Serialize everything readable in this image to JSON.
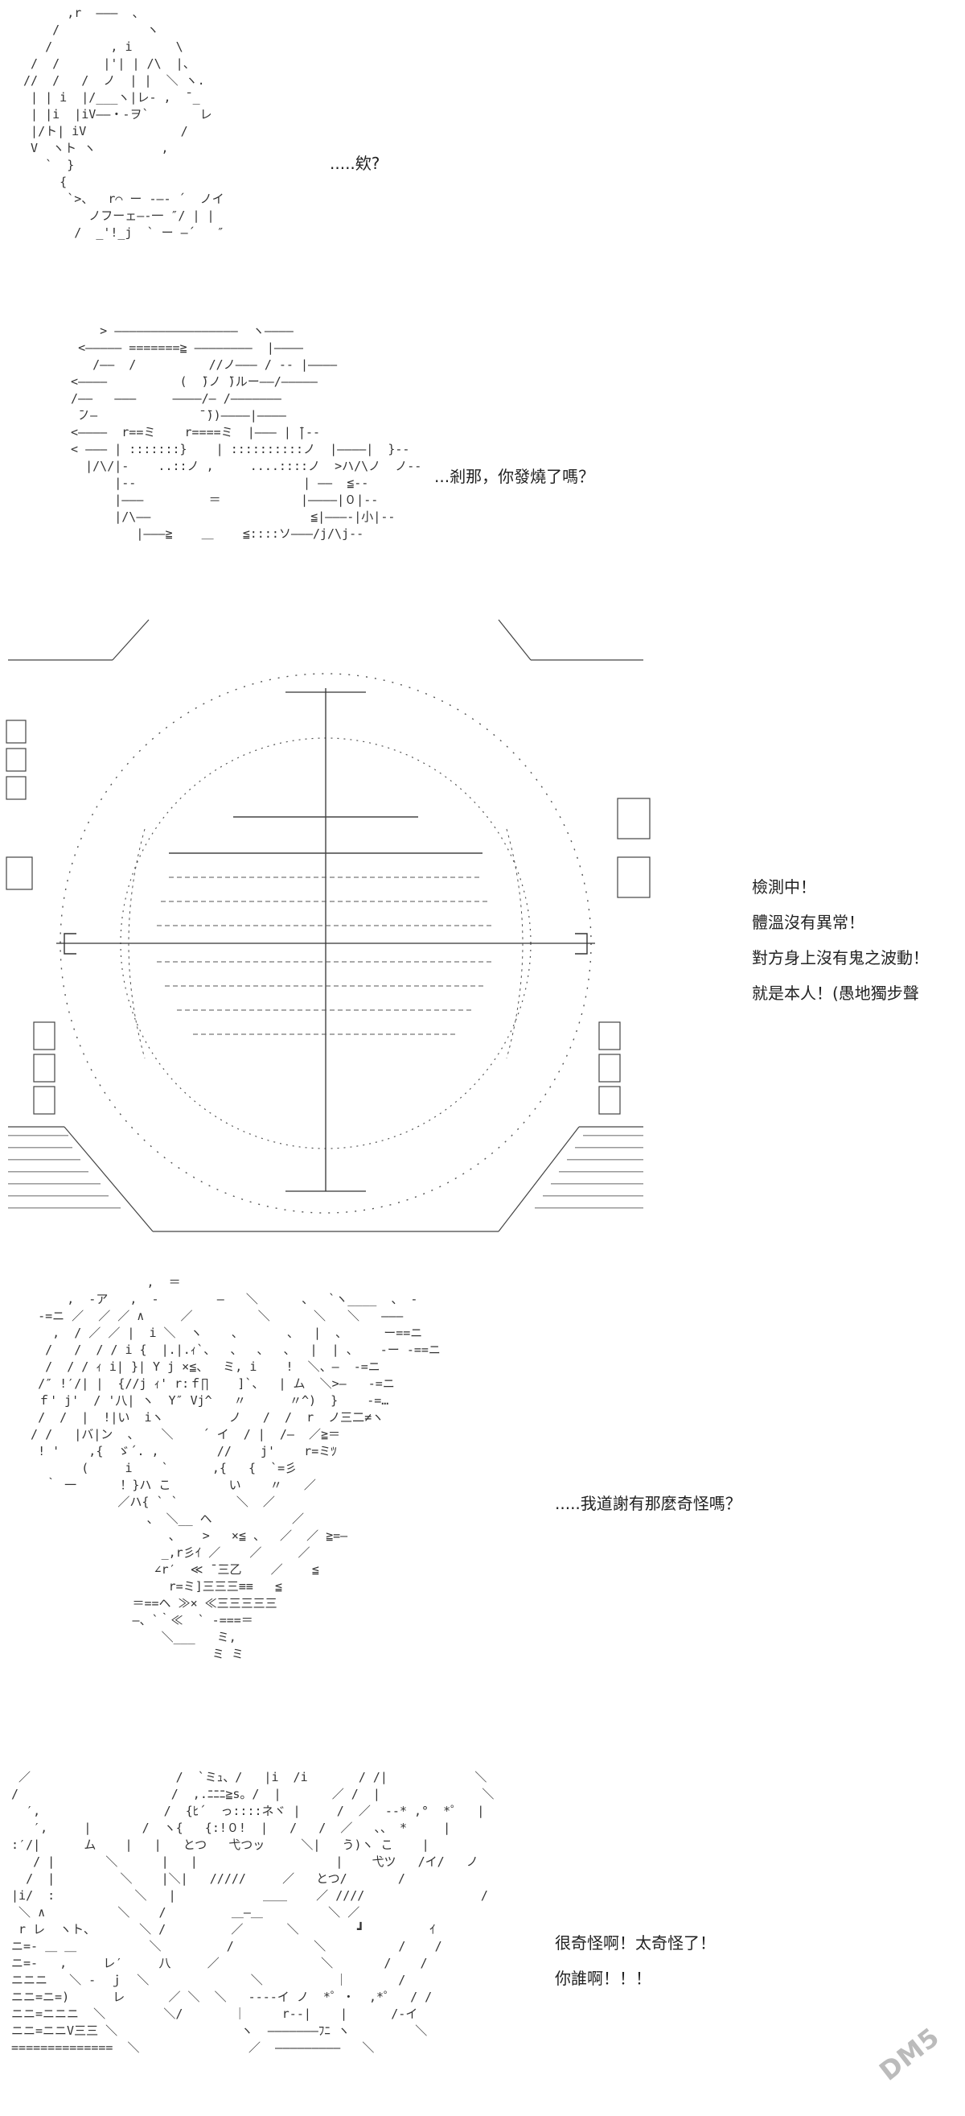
{
  "panels": [
    {
      "id": "p1",
      "dialogue": ".....欸?"
    },
    {
      "id": "p2",
      "dialogue": "...剎那，你發燒了嗎？"
    },
    {
      "id": "p3",
      "lines": [
        "檢測中！",
        "體溫沒有異常！",
        "對方身上沒有鬼之波動！",
        "就是本人！(愚地獨步聲"
      ]
    },
    {
      "id": "p4",
      "dialogue": ".....我道謝有那麼奇怪嗎？"
    },
    {
      "id": "p5",
      "lines": [
        "很奇怪啊！太奇怪了！",
        "你誰啊！！！"
      ]
    }
  ],
  "watermark": "DM5"
}
